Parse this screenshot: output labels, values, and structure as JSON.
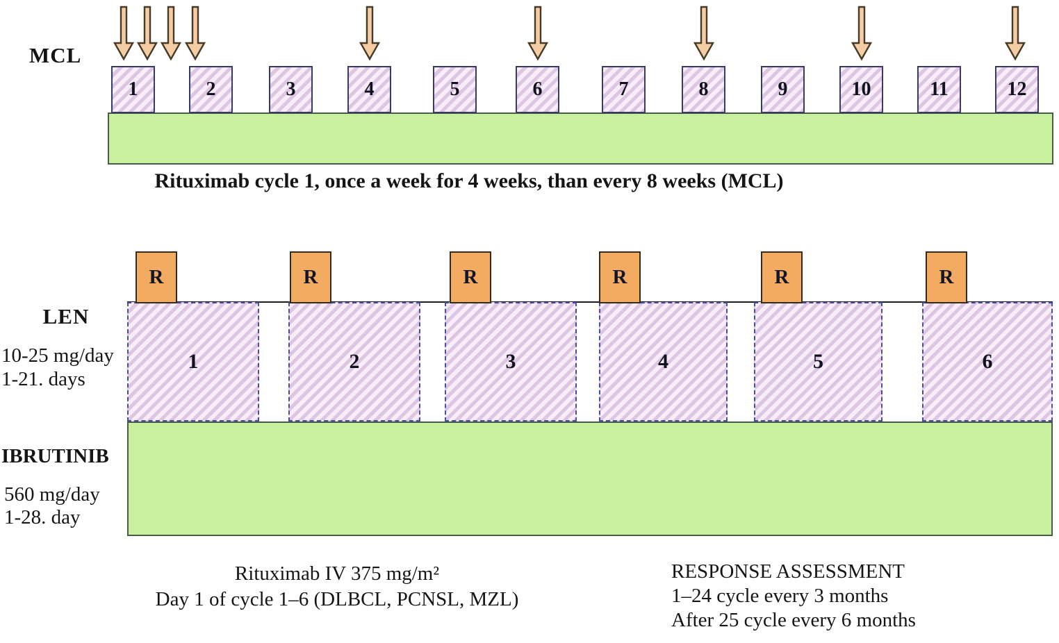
{
  "top": {
    "label": "MCL",
    "cycles": [
      "1",
      "2",
      "3",
      "4",
      "5",
      "6",
      "7",
      "8",
      "9",
      "10",
      "11",
      "12"
    ],
    "caption": "Rituximab cycle 1, once a week for 4 weeks, than every 8 weeks (MCL)",
    "arrow_icon": "down-arrow",
    "arrow_count": 9
  },
  "len": {
    "label": "LEN",
    "dose": "10-25 mg/day",
    "days": "1-21. days",
    "rituximab_marker": "R",
    "cycles": [
      "1",
      "2",
      "3",
      "4",
      "5",
      "6"
    ]
  },
  "ibrutinib": {
    "label": "IBRUTINIB",
    "dose": "560 mg/day",
    "days": "1-28. day"
  },
  "captions": {
    "rituximab_iv_line1": "Rituximab IV 375 mg/m²",
    "rituximab_iv_line2": "Day 1 of cycle 1–6 (DLBCL, PCNSL, MZL)",
    "response_title": "RESPONSE ASSESSMENT",
    "response_line2": "1–24 cycle every 3 months",
    "response_line3": "After 25 cycle every 6 months"
  },
  "colors": {
    "hatch_fill": "#f9edf9",
    "hatch_stripe": "#dcc6e2",
    "hatch_border": "#353c66",
    "len_border_dashed": "#4550a0",
    "green_fill": "#c9f09e",
    "green_border": "#4a5a48",
    "r_box_fill": "#f3ab61",
    "arrow_fill": "#f5cda5",
    "arrow_outline": "#473a27",
    "text": "#151515"
  }
}
